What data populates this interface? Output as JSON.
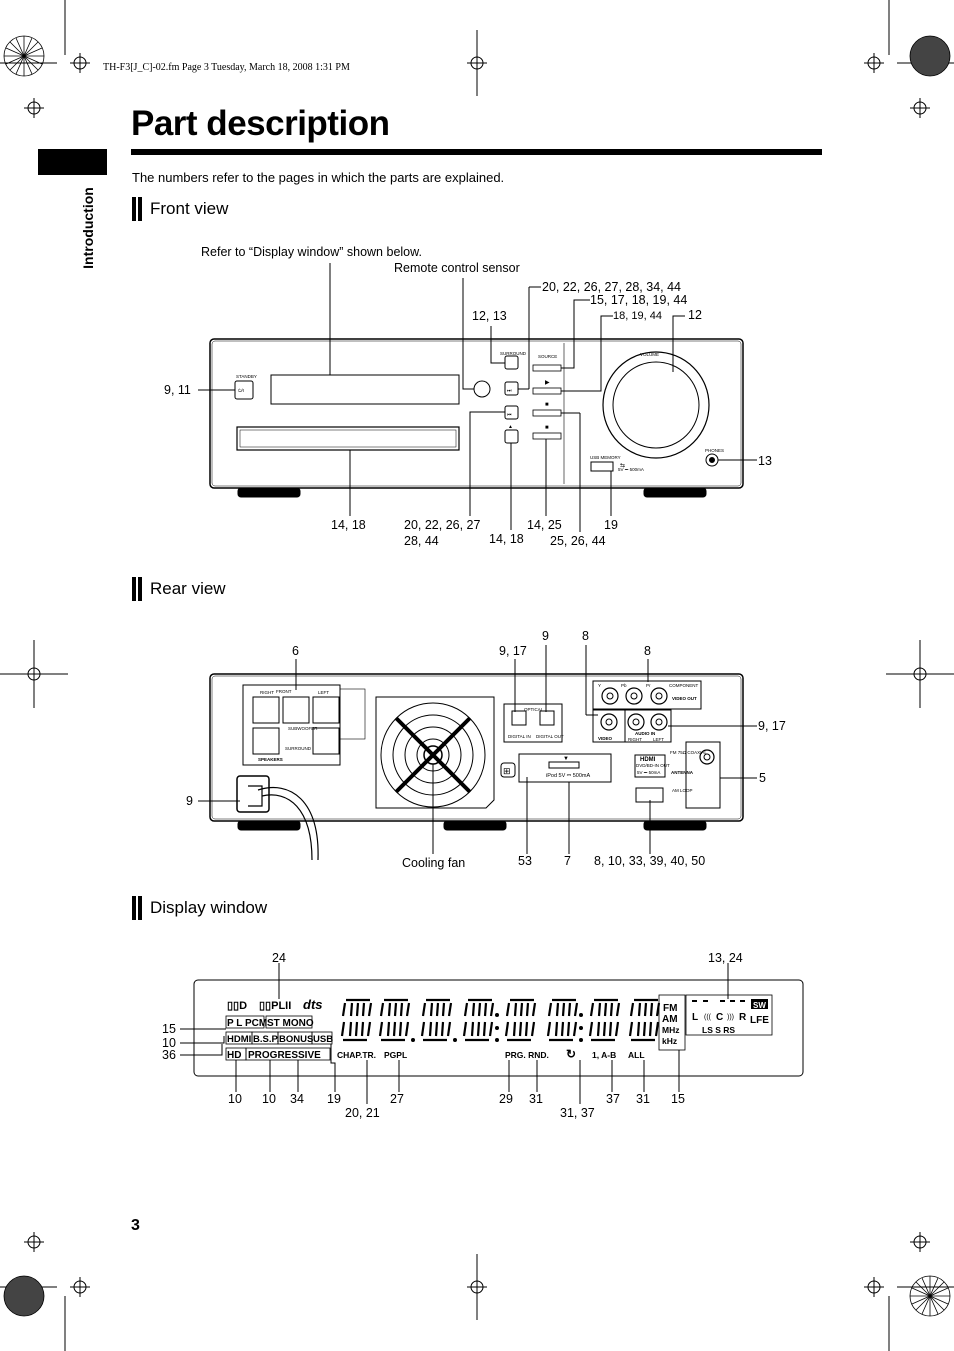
{
  "header_line": "TH-F3[J_C]-02.fm  Page 3  Tuesday, March 18, 2008  1:31 PM",
  "title": "Part description",
  "side_tab": "Introduction",
  "intro": "The numbers refer to the pages in which the parts are explained.",
  "page_number": "3",
  "front": {
    "heading": "Front view",
    "callouts": {
      "display_ref": "Refer to “Display window” shown below.",
      "remote_sensor": "Remote control sensor",
      "top1": "20, 22, 26, 27, 28, 34, 44",
      "top2": "15, 17, 18, 19, 44",
      "top3": "18, 19, 44",
      "top4": "12",
      "surround": "12, 13",
      "standby": "9, 11",
      "phones": "13",
      "tray": "14, 18",
      "prev_a": "20, 22, 26, 27",
      "prev_b": "28, 44",
      "eject": "14, 18",
      "stop": "14, 25",
      "usb": "19",
      "next": "25, 26, 44"
    },
    "panel": {
      "standby": "STANDBY",
      "standby_sym": "⏻/I",
      "surround": "SURROUND",
      "source": "SOURCE",
      "volume": "VOLUME",
      "usb_memory": "USB MEMORY",
      "usb_rating": "5V ⎓ 500mA",
      "phones": "PHONES"
    }
  },
  "rear": {
    "heading": "Rear view",
    "callouts": {
      "speakers": "6",
      "optical_in": "9, 17",
      "optical_out": "9",
      "video": "8",
      "component": "8",
      "audio_in": "9, 17",
      "antenna": "5",
      "power": "9",
      "fan": "Cooling fan",
      "dock": "53",
      "ipod": "7",
      "hdmi": "8, 10, 33, 39, 40, 50"
    },
    "panel": {
      "front": "FRONT",
      "subwoofer": "SUBWOOFER",
      "surround": "SURROUND",
      "speakers": "SPEAKERS",
      "right": "RIGHT",
      "left": "LEFT",
      "optical": "OPTICAL",
      "digital_in": "DIGITAL IN",
      "digital_out": "DIGITAL OUT",
      "component": "COMPONENT",
      "video_out": "VIDEO OUT",
      "y": "Y",
      "pb": "Pb",
      "pr": "Pr",
      "video": "VIDEO",
      "audio_in": "AUDIO IN",
      "hdmi": "HDMI",
      "hdmi_sub": "DVD/BD-IN OUT",
      "hdmi_rating": "5V ⎓ 50mA",
      "fm_coax": "FM 75Ω COAXIAL",
      "antenna": "ANTENNA",
      "am_loop": "AM LOOP",
      "ipod": "iPod  5V ⎓ 500mA"
    }
  },
  "display": {
    "heading": "Display window",
    "callouts": {
      "c24": "24",
      "c13_24": "13, 24",
      "c15": "15",
      "c10": "10",
      "c36": "36",
      "b10a": "10",
      "b10b": "10",
      "b34": "34",
      "b19": "19",
      "b20_21": "20, 21",
      "b27": "27",
      "b29": "29",
      "b31a": "31",
      "b31_37": "31, 37",
      "b37": "37",
      "b31b": "31",
      "b15": "15"
    },
    "indicators": {
      "dolby": "▯▯D",
      "pl": "▯▯PLII",
      "dts": "dts",
      "pl_pcm": "P L PCM",
      "st_mono": "ST MONO",
      "hdmi": "HDMI",
      "bsp": "B.S.P.",
      "bonus": "BONUS",
      "usb": "USB",
      "hd": "HD",
      "progressive": "PROGRESSIVE",
      "chap_tr": "CHAP.TR.",
      "pgpl": "PGPL",
      "prg_rnd": "PRG. RND.",
      "repeat": "1, A-B",
      "all": "ALL",
      "fm": "FM",
      "am": "AM",
      "mhz": "MHz",
      "khz": "kHz",
      "sw": "SW",
      "lfe": "LFE",
      "l": "L",
      "c": "C",
      "r": "R",
      "ls_s_rs": "LS S RS"
    }
  }
}
